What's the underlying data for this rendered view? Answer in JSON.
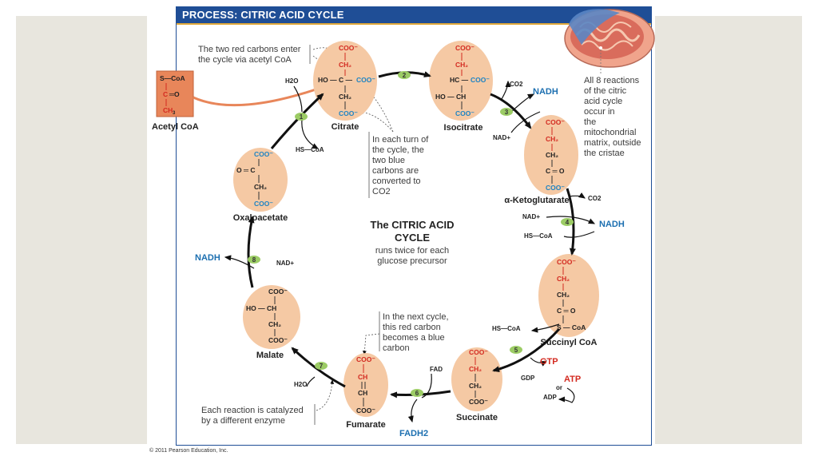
{
  "title": "PROCESS: CITRIC ACID CYCLE",
  "center": {
    "title_l1": "The CITRIC ACID",
    "title_l2": "CYCLE",
    "sub_l1": "runs twice for each",
    "sub_l2": "glucose precursor"
  },
  "copyright": "© 2011 Pearson Education, Inc.",
  "notes": {
    "red_enter": [
      "The two red carbons enter",
      "the cycle via acetyl CoA"
    ],
    "blue_co2": [
      "In each turn of",
      "the cycle, the",
      "two blue",
      "carbons are",
      "converted to",
      "CO2"
    ],
    "mito": [
      "All 8 reactions",
      "of the citric",
      "acid cycle",
      "occur in",
      "the",
      "mitochondrial",
      "matrix, outside",
      "the cristae"
    ],
    "next_cycle": [
      "In the next cycle,",
      "this red carbon",
      "becomes a blue",
      "carbon"
    ],
    "enzyme": [
      "Each reaction is catalyzed",
      "by a different enzyme"
    ]
  },
  "molecules": {
    "acetyl": "Acetyl CoA",
    "citrate": "Citrate",
    "isocitrate": "Isocitrate",
    "aketo": "α-Ketoglutarate",
    "succoa": "Succinyl CoA",
    "succinate": "Succinate",
    "fumarate": "Fumarate",
    "malate": "Malate",
    "oxalo": "Oxaloacetate"
  },
  "steps": [
    "1",
    "2",
    "3",
    "4",
    "5",
    "6",
    "7",
    "8"
  ],
  "chem": {
    "h2o": "H2O",
    "hscoa": "HS—CoA",
    "co2": "CO2",
    "nadh": "NADH",
    "nad": "NAD+",
    "gtp": "GTP",
    "gdp": "GDP",
    "atp": "ATP",
    "adp": "ADP",
    "or": "or",
    "fad": "FAD",
    "fadh2": "FADH2"
  },
  "colors": {
    "header": "#1f4e96",
    "molecule": "#f5c9a4",
    "acetyl": "#e8865a",
    "arrow": "#111111",
    "step_badge": "#9ccc65",
    "nadh": "#1c6fb0",
    "red_carbon": "#d32a20",
    "blue_carbon": "#1c83c4"
  }
}
